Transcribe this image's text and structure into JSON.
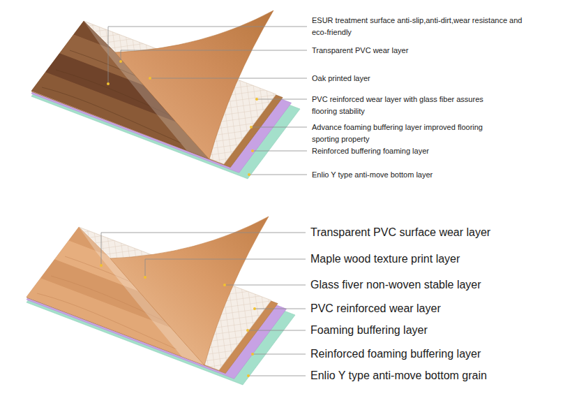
{
  "diagram": {
    "labels": [
      "ESUR treatment surface anti-slip,anti-dirt,wear resistance and eco-friendly",
      "Transparent PVC wear layer",
      "Oak printed layer",
      "PVC reinforced wear layer with glass fiber assures flooring stability",
      "Advance foaming buffering layer improved flooring sporting property",
      "Reinforced buffering foaming layer",
      "Enlio Y type anti-move bottom layer",
      "Transparent PVC surface wear layer",
      "Maple wood texture print layer",
      "Glass fiver non-woven stable layer",
      "PVC reinforced wear layer",
      "Foaming buffering layer",
      "Reinforced foaming buffering layer",
      "Enlio Y type anti-move bottom grain"
    ]
  }
}
